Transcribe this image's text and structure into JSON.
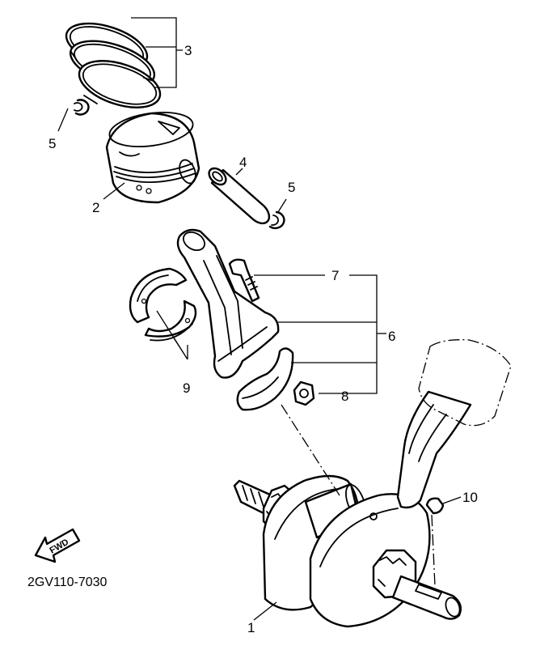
{
  "drawing_code": "2GV110-7030",
  "fwd_arrow": {
    "text": "FWD",
    "icon": "forward-direction-arrow-icon"
  },
  "callouts": [
    "1",
    "2",
    "3",
    "4",
    "5",
    "5",
    "6",
    "7",
    "8",
    "9",
    "10"
  ],
  "parts": [
    "crankshaft",
    "piston",
    "piston-ring-set",
    "piston-pin",
    "piston-pin-clip",
    "connecting-rod-assembly",
    "connecting-rod-bolt",
    "connecting-rod-nut",
    "big-end-bearing",
    "woodruff-key"
  ]
}
